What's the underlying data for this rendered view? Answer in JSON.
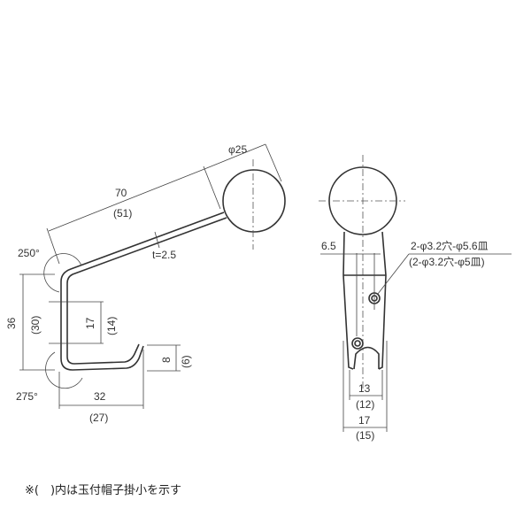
{
  "side_view": {
    "dim_length": "70",
    "dim_length_small": "(51)",
    "dim_ball": "φ25",
    "thickness": "t=2.5",
    "angle_top": "250°",
    "angle_bottom": "275°",
    "dim_height": "36",
    "dim_height_small": "(30)",
    "dim_hole_pitch": "17",
    "dim_hole_pitch_small": "(14)",
    "dim_hook_tip": "8",
    "dim_hook_tip_small": "(6)",
    "dim_hook_depth": "32",
    "dim_hook_depth_small": "(27)"
  },
  "front_view": {
    "dim_offset": "6.5",
    "hole_spec": "2-φ3.2穴-φ5.6皿",
    "hole_spec_small": "(2-φ3.2穴-φ5皿)",
    "dim_inner": "13",
    "dim_inner_small": "(12)",
    "dim_outer": "17",
    "dim_outer_small": "(15)"
  },
  "note": "※(　)内は玉付帽子掛小を示す"
}
